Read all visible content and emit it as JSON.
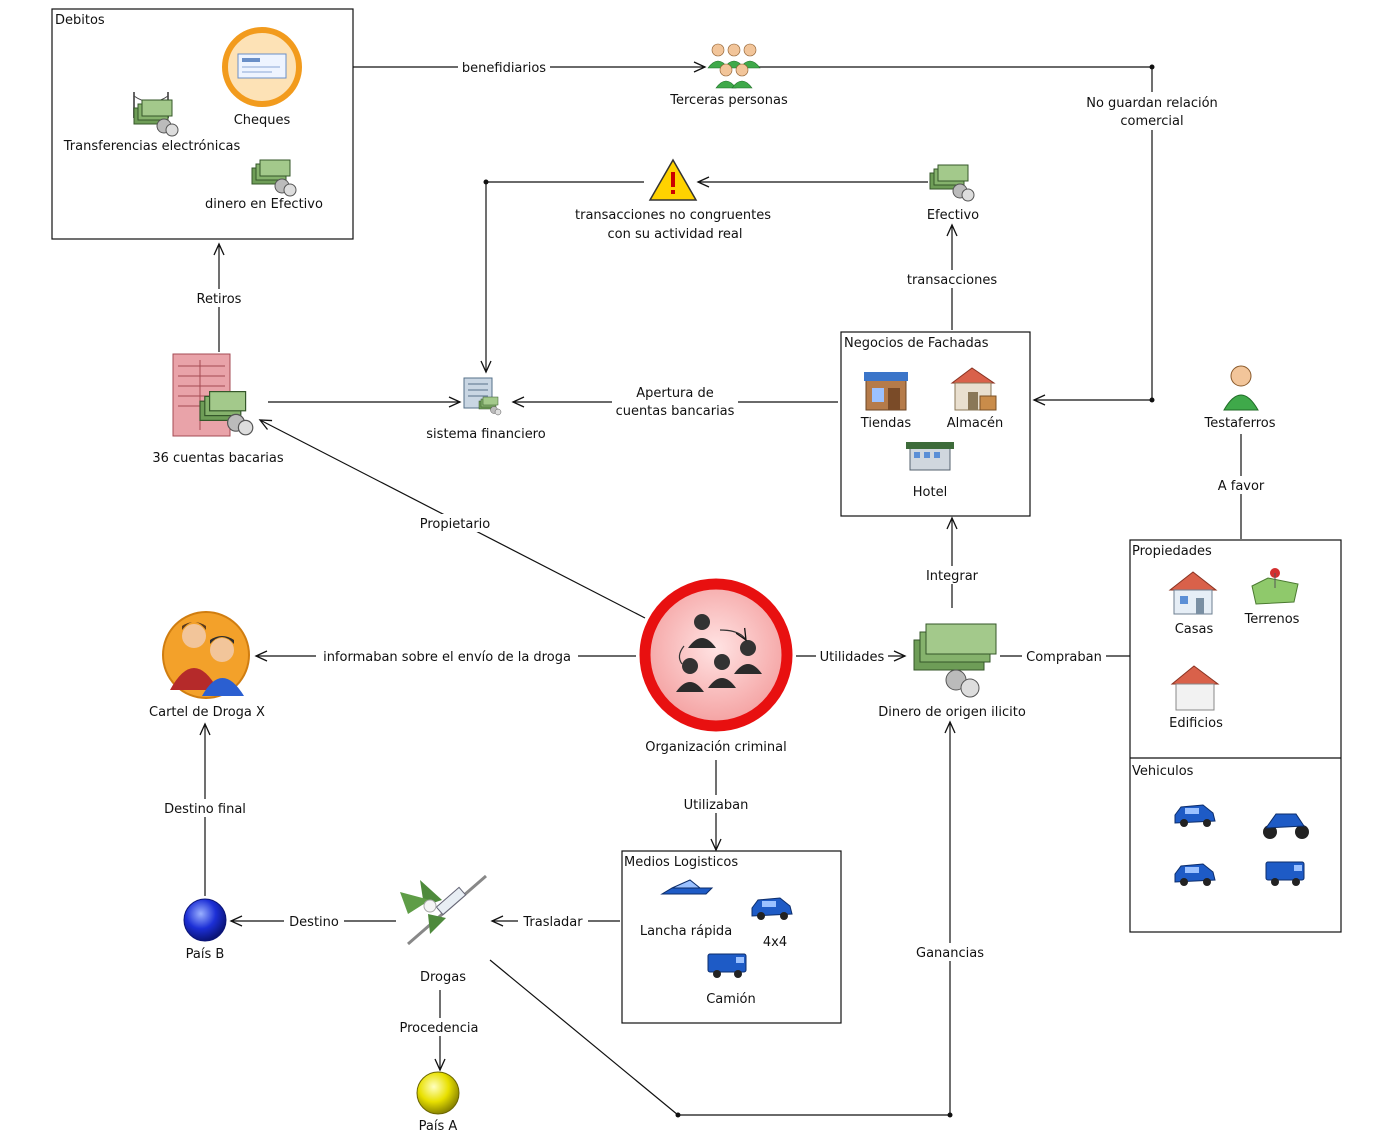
{
  "diagram": {
    "groups": {
      "debitos": "Debitos",
      "negocios": "Negocios de Fachadas",
      "propiedades": "Propiedades",
      "vehiculos": "Vehiculos",
      "medios": "Medios Logisticos"
    },
    "nodes": {
      "cheques": "Cheques",
      "transferencias": "Transferencias electrónicas",
      "efectivo_dinero": "dinero en Efectivo",
      "terceras": "Terceras personas",
      "transacciones_nc_1": "transacciones no congruentes",
      "transacciones_nc_2": "con su actividad real",
      "efectivo": "Efectivo",
      "cuentas": "36 cuentas bacarias",
      "sistema": "sistema financiero",
      "tiendas": "Tiendas",
      "almacen": "Almacén",
      "hotel": "Hotel",
      "testaferros": "Testaferros",
      "casas": "Casas",
      "terrenos": "Terrenos",
      "edificios": "Edificios",
      "cartel": "Cartel de Droga X",
      "organizacion": "Organización criminal",
      "dinero_ilicito": "Dinero de origen ilicito",
      "lancha": "Lancha rápida",
      "cuatro": "4x4",
      "camion": "Camión",
      "drogas": "Drogas",
      "pais_b": "País B",
      "pais_a": "País A"
    },
    "edges": {
      "beneficiarios": "benefidiarios",
      "no_guardan_1": "No guardan relación",
      "no_guardan_2": "comercial",
      "retiros": "Retiros",
      "transacciones": "transacciones",
      "apertura_1": "Apertura de",
      "apertura_2": "cuentas bancarias",
      "propietario": "Propietario",
      "a_favor": "A favor",
      "integrar": "Integrar",
      "informaban": "informaban sobre el envío de la droga",
      "utilidades": "Utilidades",
      "compraban": "Compraban",
      "utilizaban": "Utilizaban",
      "destino_final": "Destino final",
      "destino": "Destino",
      "trasladar": "Trasladar",
      "ganancias": "Ganancias",
      "procedencia": "Procedencia"
    },
    "icons": {
      "cheques": "cheque-icon",
      "transferencias": "wire-transfer-icon",
      "efectivo": "cash-icon",
      "terceras": "people-group-icon",
      "warning": "warning-icon",
      "cuentas": "bank-ledger-icon",
      "sistema": "bank-building-icon",
      "tiendas": "store-icon",
      "almacen": "warehouse-icon",
      "hotel": "hotel-icon",
      "testaferros": "person-icon",
      "casas": "house-icon",
      "terrenos": "land-map-icon",
      "edificios": "building-icon",
      "cartel": "cartel-people-icon",
      "organizacion": "criminal-network-icon",
      "dinero": "money-stack-icon",
      "lancha": "speedboat-icon",
      "cuatro": "suv-icon",
      "camion": "truck-icon",
      "drogas": "drugs-syringe-icon",
      "pais_b": "blue-sphere-icon",
      "pais_a": "yellow-sphere-icon",
      "car": "car-icon",
      "motorcycle": "motorcycle-icon",
      "van": "van-icon"
    },
    "colors": {
      "org_ring": "#e81010",
      "org_fill": "#f7b7b7",
      "cheques_ring": "#f29b1d",
      "cheques_fill": "#fde2b6",
      "cartel_fill": "#f3a12a",
      "money_green": "#4e8a3c",
      "vehicle_blue": "#1e5bc6",
      "people_green": "#4caf50",
      "pais_b": "#1c2fd6",
      "pais_a": "#e8e000"
    }
  }
}
